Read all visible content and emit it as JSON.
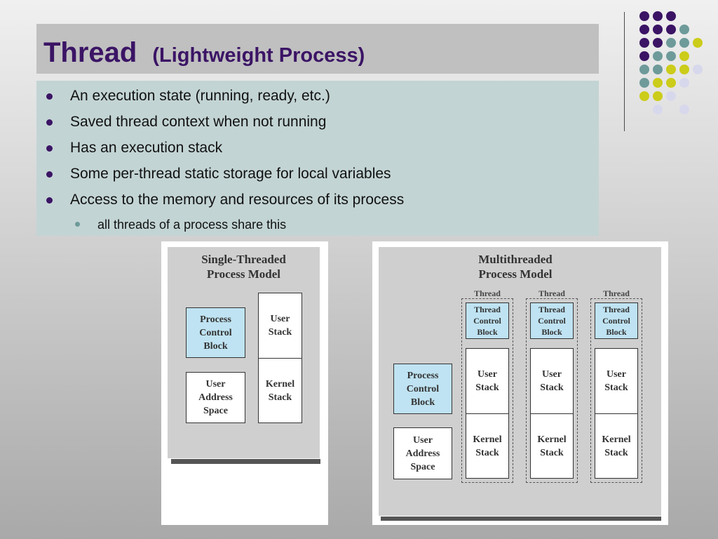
{
  "slide": {
    "title": "Thread",
    "subtitle": "(Lightweight Process)",
    "bullets": [
      "An execution state (running, ready, etc.)",
      "Saved thread context when not running",
      "Has an execution stack",
      "Some per-thread static storage for local variables",
      "Access to the memory and resources of its process"
    ],
    "sub_bullets": [
      "all threads of a process share this"
    ]
  },
  "decor": {
    "dot_colors": {
      "purple": "#3b1465",
      "teal": "#6e9a9a",
      "yellow": "#cccc1a",
      "lavender": "#d8d8ec"
    }
  },
  "figures": {
    "single": {
      "title": "Single-Threaded\nProcess Model",
      "pcb": "Process\nControl\nBlock",
      "user_address_space": "User\nAddress\nSpace",
      "user_stack": "User\nStack",
      "kernel_stack": "Kernel\nStack"
    },
    "multi": {
      "title": "Multithreaded\nProcess Model",
      "pcb": "Process\nControl\nBlock",
      "user_address_space": "User\nAddress\nSpace",
      "threads": [
        {
          "label": "Thread",
          "tcb": "Thread\nControl\nBlock",
          "user_stack": "User\nStack",
          "kernel_stack": "Kernel\nStack"
        },
        {
          "label": "Thread",
          "tcb": "Thread\nControl\nBlock",
          "user_stack": "User\nStack",
          "kernel_stack": "Kernel\nStack"
        },
        {
          "label": "Thread",
          "tcb": "Thread\nControl\nBlock",
          "user_stack": "User\nStack",
          "kernel_stack": "Kernel\nStack"
        }
      ]
    }
  }
}
